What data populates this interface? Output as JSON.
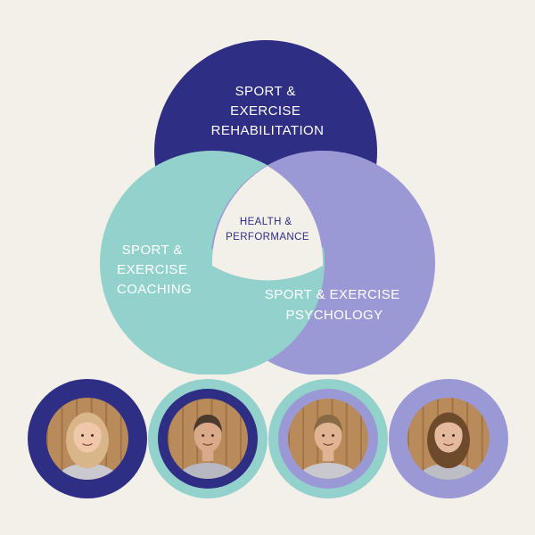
{
  "colors": {
    "background": "#f3f0ea",
    "navy": "#2e2e85",
    "teal": "#93d1cc",
    "lavender": "#9b98d6",
    "center_fill": "#f3f0ea",
    "white_text": "#ffffff",
    "navy_text": "#2e2e85"
  },
  "venn": {
    "rehabilitation": [
      "SPORT &",
      "EXERCISE",
      "REHABILITATION"
    ],
    "coaching": [
      "SPORT &",
      "EXERCISE",
      "COACHING"
    ],
    "psychology": [
      "SPORT & EXERCISE",
      "PSYCHOLOGY"
    ],
    "center": [
      "HEALTH &",
      "PERFORMANCE"
    ]
  },
  "team": [
    {
      "name": "team-member-1",
      "outer": "navy",
      "inner": "navy",
      "hair": "#d9b58a",
      "skin": "#f0c7a8",
      "shirt": "#c9c9cf"
    },
    {
      "name": "team-member-2",
      "outer": "teal",
      "inner": "navy",
      "hair": "#4a3a2e",
      "skin": "#d9a98a",
      "shirt": "#b8b8c2"
    },
    {
      "name": "team-member-3",
      "outer": "teal",
      "inner": "lavender",
      "hair": "#8a6a44",
      "skin": "#e0b392",
      "shirt": "#c8c8ce"
    },
    {
      "name": "team-member-4",
      "outer": "lavender",
      "inner": "lavender",
      "hair": "#6e4a2c",
      "skin": "#e5b99c",
      "shirt": "#bdbdc5"
    }
  ]
}
